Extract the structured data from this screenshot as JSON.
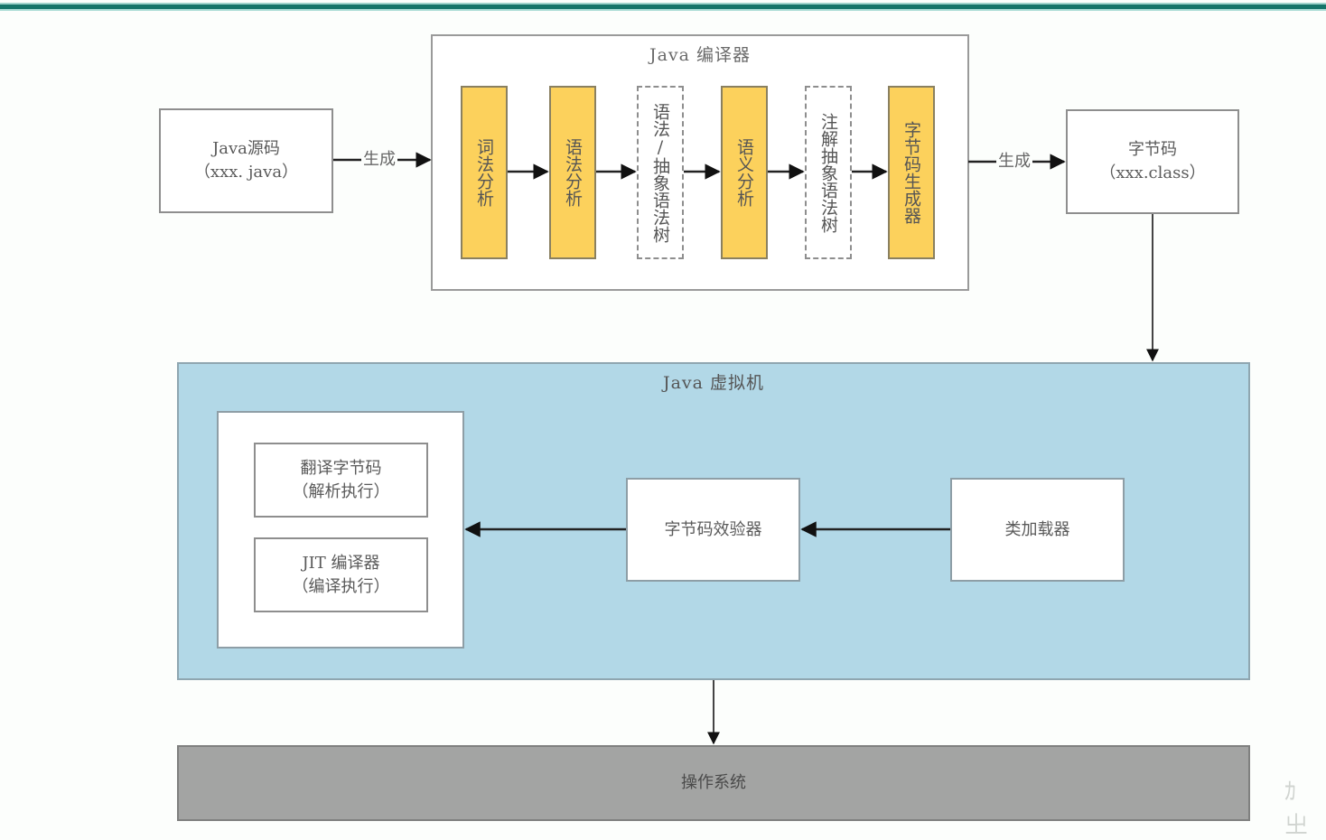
{
  "colors": {
    "topbar": "#16756a",
    "stage_fill": "#fcd15c",
    "jvm_fill": "#b2d8e7",
    "os_fill": "#a3a4a3"
  },
  "source": {
    "line1": "Java源码",
    "line2": "（xxx. java）"
  },
  "arrow_labels": {
    "generate_1": "生成",
    "generate_2": "生成"
  },
  "compiler": {
    "title": "Java 编译器",
    "stages": [
      {
        "label": "词法分析",
        "style": "solid"
      },
      {
        "label": "语法分析",
        "style": "solid"
      },
      {
        "label": "语法/抽象语法树",
        "style": "dashed"
      },
      {
        "label": "语义分析",
        "style": "solid"
      },
      {
        "label": "注解抽象语法树",
        "style": "dashed"
      },
      {
        "label": "字节码生成器",
        "style": "solid"
      }
    ]
  },
  "bytecode": {
    "line1": "字节码",
    "line2": "（xxx.class）"
  },
  "jvm": {
    "title": "Java 虚拟机",
    "execution": {
      "interpreter": {
        "line1": "翻译字节码",
        "line2": "（解析执行）"
      },
      "jit": {
        "line1": "JIT 编译器",
        "line2": "（编译执行）"
      }
    },
    "verifier": "字节码效验器",
    "class_loader": "类加载器"
  },
  "os": {
    "label": "操作系统"
  },
  "watermark": "ｶ 㞢"
}
